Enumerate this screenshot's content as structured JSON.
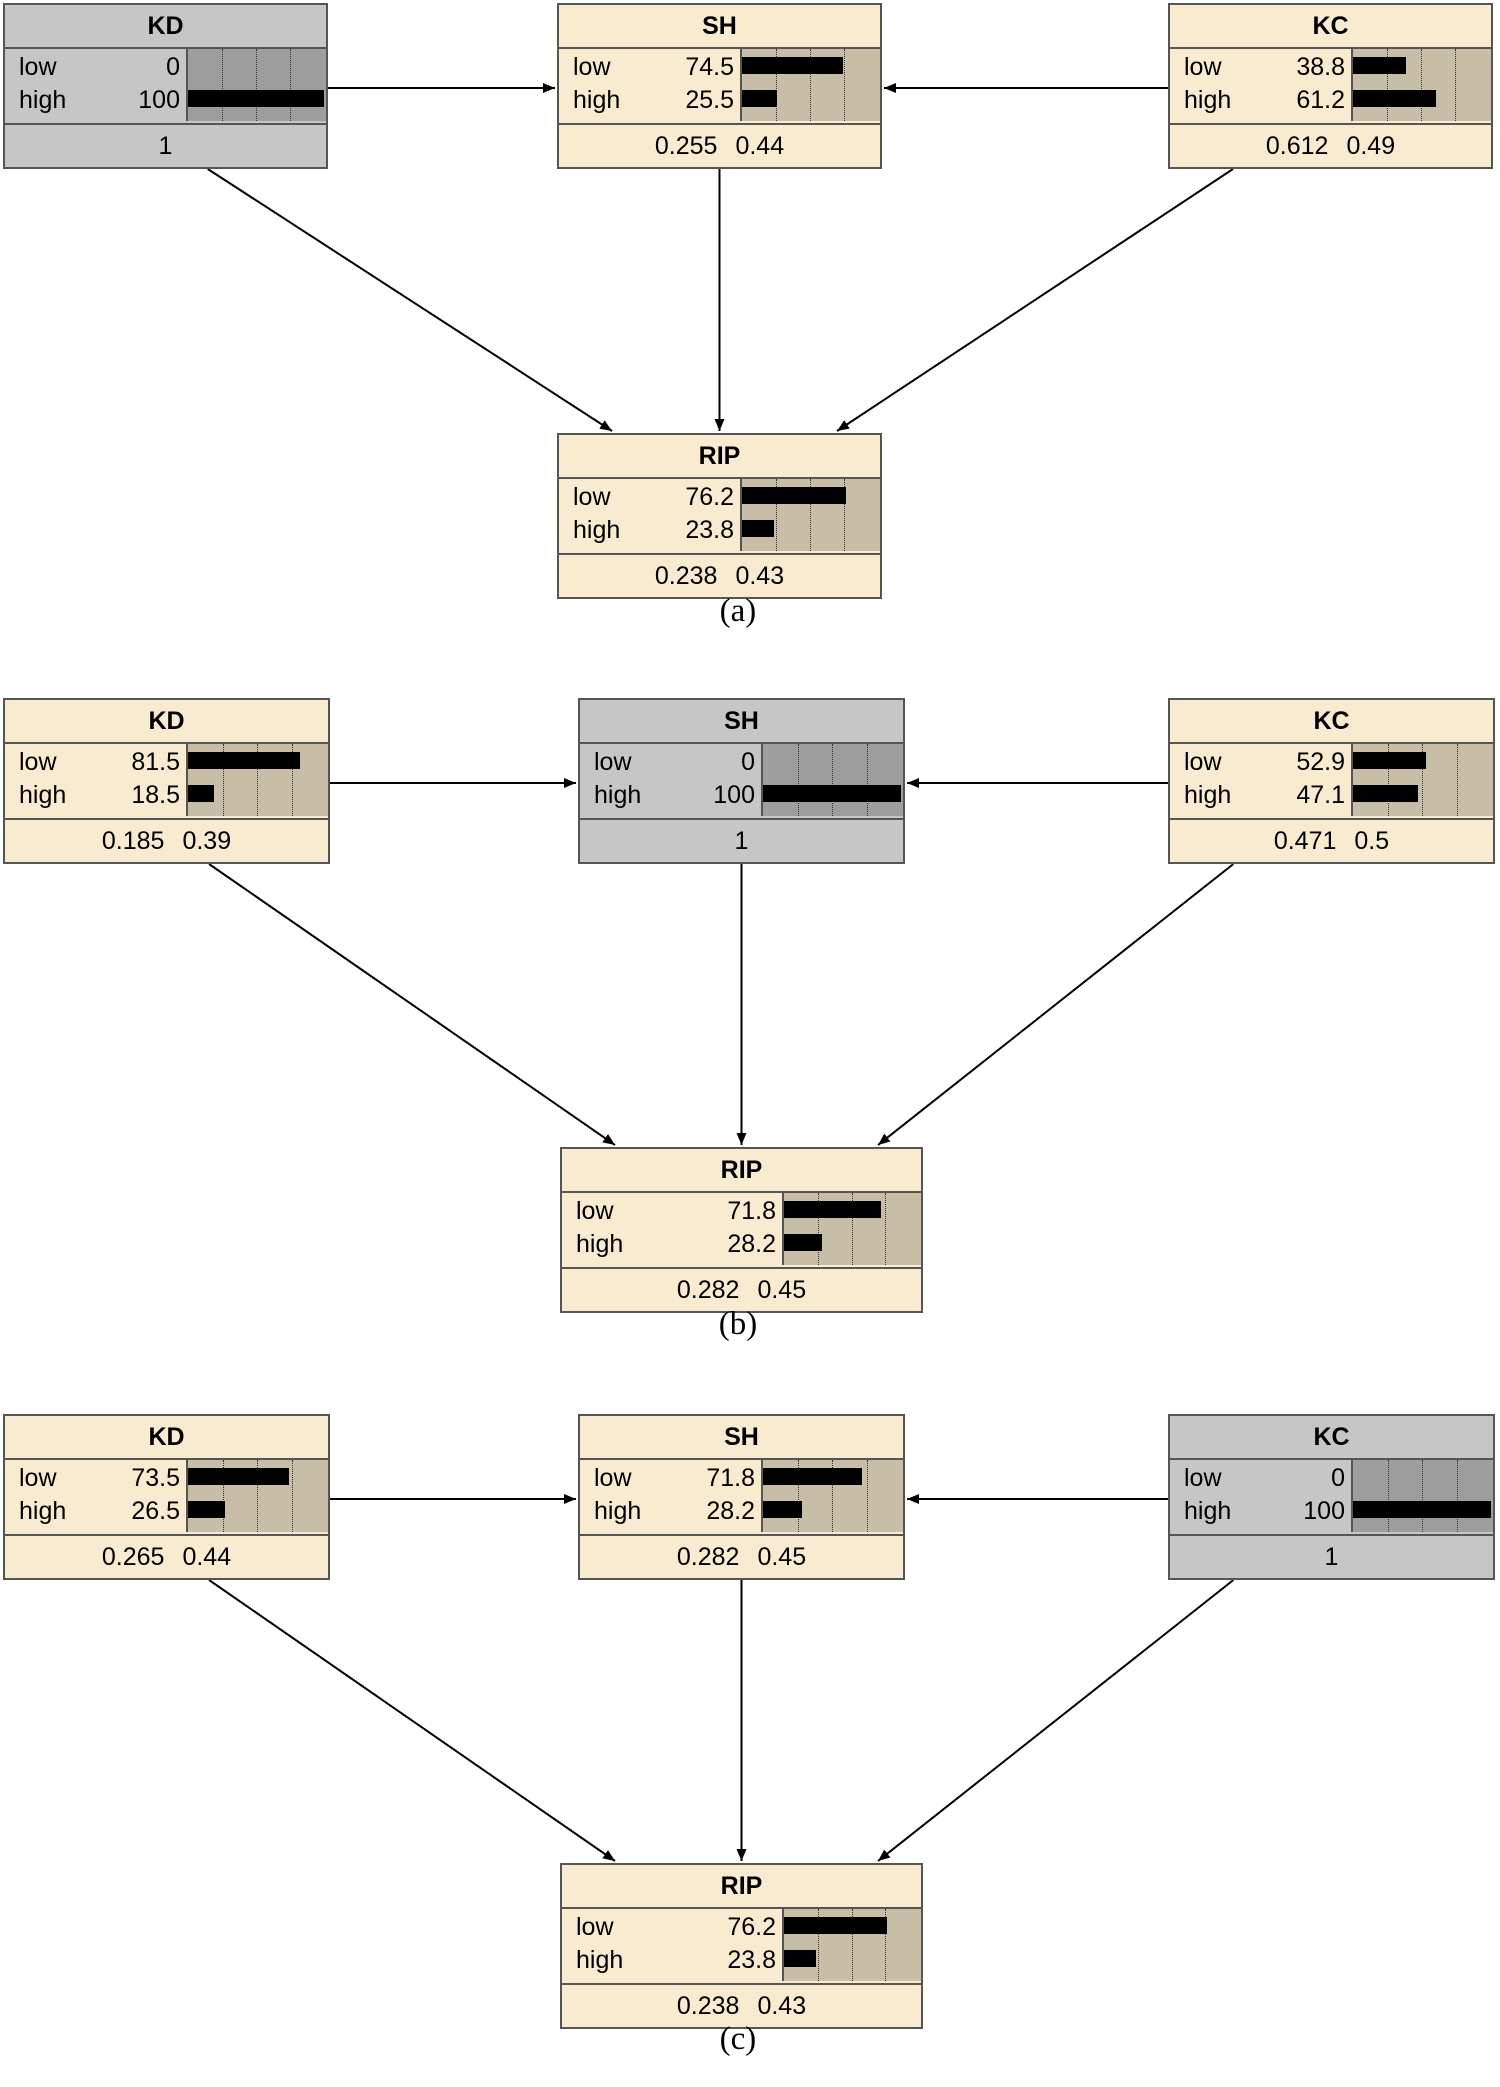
{
  "panels": [
    {
      "caption": "(a)",
      "nodes": {
        "KD": {
          "title": "KD",
          "evidence": true,
          "states": [
            {
              "label": "low",
              "value": "0",
              "level": 0
            },
            {
              "label": "high",
              "value": "100",
              "level": 100
            }
          ],
          "mean": "1",
          "sd": ""
        },
        "SH": {
          "title": "SH",
          "evidence": false,
          "states": [
            {
              "label": "low",
              "value": "74.5",
              "level": 74.5
            },
            {
              "label": "high",
              "value": "25.5",
              "level": 25.5
            }
          ],
          "mean": "0.255",
          "sd": "0.44"
        },
        "KC": {
          "title": "KC",
          "evidence": false,
          "states": [
            {
              "label": "low",
              "value": "38.8",
              "level": 38.8
            },
            {
              "label": "high",
              "value": "61.2",
              "level": 61.2
            }
          ],
          "mean": "0.612",
          "sd": "0.49"
        },
        "RIP": {
          "title": "RIP",
          "evidence": false,
          "states": [
            {
              "label": "low",
              "value": "76.2",
              "level": 76.2
            },
            {
              "label": "high",
              "value": "23.8",
              "level": 23.8
            }
          ],
          "mean": "0.238",
          "sd": "0.43"
        }
      }
    },
    {
      "caption": "(b)",
      "nodes": {
        "KD": {
          "title": "KD",
          "evidence": false,
          "states": [
            {
              "label": "low",
              "value": "81.5",
              "level": 81.5
            },
            {
              "label": "high",
              "value": "18.5",
              "level": 18.5
            }
          ],
          "mean": "0.185",
          "sd": "0.39"
        },
        "SH": {
          "title": "SH",
          "evidence": true,
          "states": [
            {
              "label": "low",
              "value": "0",
              "level": 0
            },
            {
              "label": "high",
              "value": "100",
              "level": 100
            }
          ],
          "mean": "1",
          "sd": ""
        },
        "KC": {
          "title": "KC",
          "evidence": false,
          "states": [
            {
              "label": "low",
              "value": "52.9",
              "level": 52.9
            },
            {
              "label": "high",
              "value": "47.1",
              "level": 47.1
            }
          ],
          "mean": "0.471",
          "sd": "0.5"
        },
        "RIP": {
          "title": "RIP",
          "evidence": false,
          "states": [
            {
              "label": "low",
              "value": "71.8",
              "level": 71.8
            },
            {
              "label": "high",
              "value": "28.2",
              "level": 28.2
            }
          ],
          "mean": "0.282",
          "sd": "0.45"
        }
      }
    },
    {
      "caption": "(c)",
      "nodes": {
        "KD": {
          "title": "KD",
          "evidence": false,
          "states": [
            {
              "label": "low",
              "value": "73.5",
              "level": 73.5
            },
            {
              "label": "high",
              "value": "26.5",
              "level": 26.5
            }
          ],
          "mean": "0.265",
          "sd": "0.44"
        },
        "SH": {
          "title": "SH",
          "evidence": false,
          "states": [
            {
              "label": "low",
              "value": "71.8",
              "level": 71.8
            },
            {
              "label": "high",
              "value": "28.2",
              "level": 28.2
            }
          ],
          "mean": "0.282",
          "sd": "0.45"
        },
        "KC": {
          "title": "KC",
          "evidence": true,
          "states": [
            {
              "label": "low",
              "value": "0",
              "level": 0
            },
            {
              "label": "high",
              "value": "100",
              "level": 100
            }
          ],
          "mean": "1",
          "sd": ""
        },
        "RIP": {
          "title": "RIP",
          "evidence": false,
          "states": [
            {
              "label": "low",
              "value": "76.2",
              "level": 76.2
            },
            {
              "label": "high",
              "value": "23.8",
              "level": 23.8
            }
          ],
          "mean": "0.238",
          "sd": "0.43"
        }
      }
    }
  ],
  "edges": [
    {
      "from": "KD",
      "to": "SH"
    },
    {
      "from": "KC",
      "to": "SH"
    },
    {
      "from": "KD",
      "to": "RIP"
    },
    {
      "from": "SH",
      "to": "RIP"
    },
    {
      "from": "KC",
      "to": "RIP"
    }
  ],
  "colors": {
    "node_fill": "#f8ebd0",
    "evidence_fill": "#c6c6c6",
    "bar": "#000000",
    "border": "#555555"
  }
}
